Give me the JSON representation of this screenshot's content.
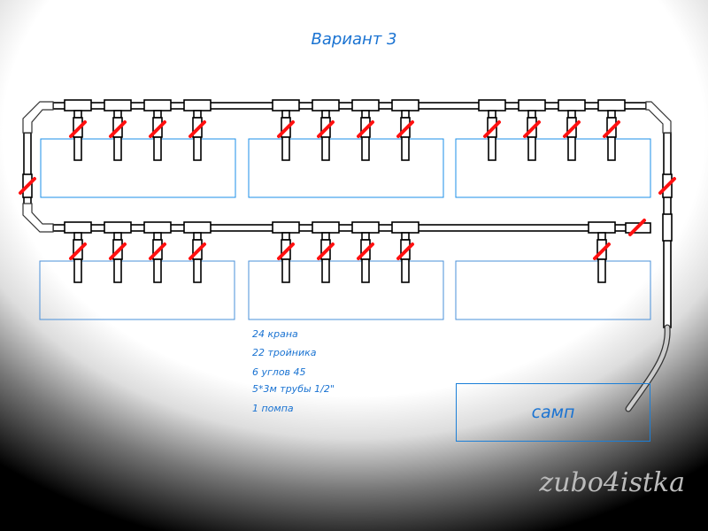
{
  "title": "Вариант 3",
  "notes": [
    "24 крана",
    "22 тройника",
    "6 углов 45",
    "5*3м трубы 1/2\"",
    "1 помпа"
  ],
  "sump_label": "самп",
  "watermark": "zubo4istka",
  "colors": {
    "accent": "#1a73d2",
    "valve": "#ff1010",
    "pipe": "#000000"
  }
}
